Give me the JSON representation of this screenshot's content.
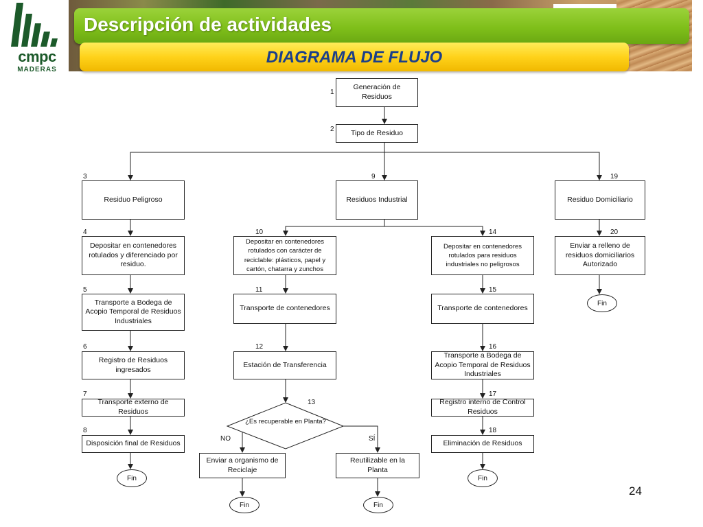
{
  "logo": {
    "word": "cmpc",
    "sub": "MADERAS"
  },
  "header": {
    "title": "Descripción de actividades",
    "subtitle": "DIAGRAMA DE FLUJO"
  },
  "page_number": "24",
  "flow": {
    "nodes": [
      {
        "id": "1",
        "text": "Generación de Residuos"
      },
      {
        "id": "2",
        "text": "Tipo de Residuo"
      },
      {
        "id": "3",
        "text": "Residuo Peligroso"
      },
      {
        "id": "9",
        "text": "Residuos Industrial"
      },
      {
        "id": "19",
        "text": "Residuo Domiciliario"
      },
      {
        "id": "4",
        "text": "Depositar en contenedores rotulados y diferenciado por residuo."
      },
      {
        "id": "10",
        "text": "Depositar en contenedores rotulados con carácter de reciclable: plásticos, papel y cartón, chatarra y zunchos"
      },
      {
        "id": "14",
        "text": "Depositar en contenedores rotulados para residuos industriales no peligrosos"
      },
      {
        "id": "20",
        "text": "Enviar a relleno de residuos domiciliarios Autorizado"
      },
      {
        "id": "5",
        "text": "Transporte a Bodega de Acopio Temporal de Residuos Industriales"
      },
      {
        "id": "11",
        "text": "Transporte de contenedores"
      },
      {
        "id": "15",
        "text": "Transporte de contenedores"
      },
      {
        "id": "6",
        "text": "Registro de Residuos ingresados"
      },
      {
        "id": "12",
        "text": "Estación de Transferencia"
      },
      {
        "id": "16",
        "text": "Transporte a Bodega de Acopio Temporal de Residuos Industriales"
      },
      {
        "id": "7",
        "text": "Transporte externo de Residuos"
      },
      {
        "id": "17",
        "text": "Registro interno de Control Residuos"
      },
      {
        "id": "8",
        "text": "Disposición final de Residuos"
      },
      {
        "id": "18",
        "text": "Eliminación de Residuos"
      },
      {
        "id": "no-branch",
        "text": "Enviar a organismo de Reciclaje"
      },
      {
        "id": "si-branch",
        "text": "Reutilizable en la Planta"
      }
    ],
    "decision": {
      "id": "13",
      "text": "¿Es recuperable en Planta?",
      "no_label": "NO",
      "yes_label": "SÍ"
    },
    "end_label": "Fin"
  }
}
